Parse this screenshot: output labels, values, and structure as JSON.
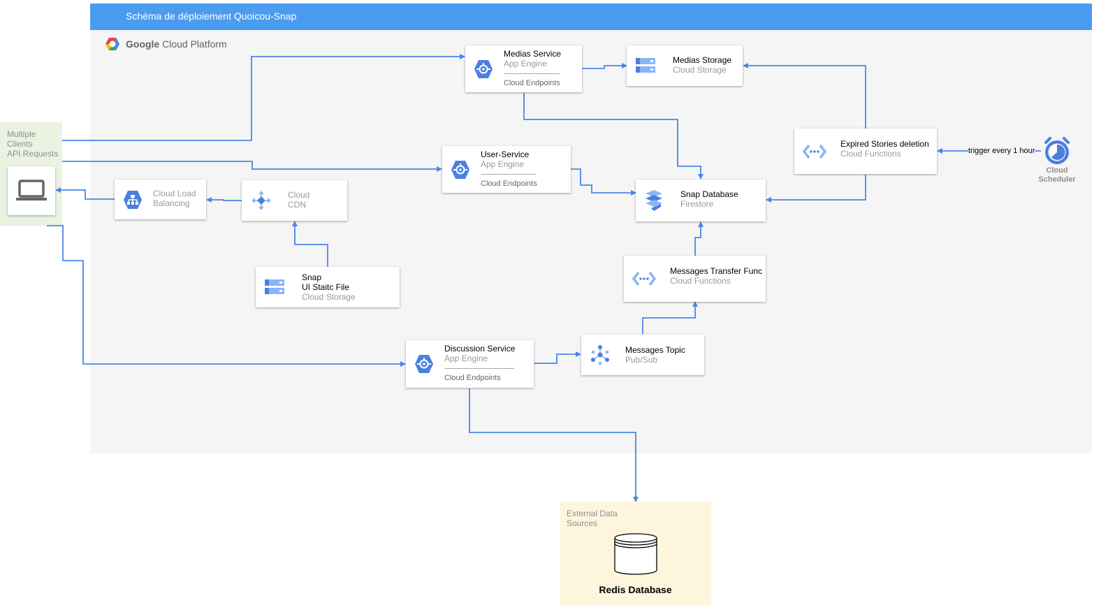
{
  "title": "Schéma de déploiement Quoicou-Snap",
  "platform": {
    "brand": "Google",
    "label": "Cloud Platform"
  },
  "clients": {
    "label_lines": [
      "Multiple",
      "Clients",
      "API Requests"
    ]
  },
  "external": {
    "label_lines": [
      "External Data",
      "Sources"
    ],
    "db_label": "Redis Database"
  },
  "trigger_label": "trigger every 1 hour",
  "scheduler_lines": [
    "Cloud",
    "Scheduler"
  ],
  "nodes": {
    "medias_service": {
      "name": "Medias Service",
      "type": "App Engine",
      "endpoint": "Cloud Endpoints"
    },
    "medias_storage": {
      "name": "Medias Storage",
      "type": "Cloud Storage"
    },
    "user_service": {
      "name": "User-Service",
      "type": "App Engine",
      "endpoint": "Cloud Endpoints"
    },
    "snap_db": {
      "name": "Snap Database",
      "type": "Firestore"
    },
    "expired": {
      "name": "Expired Stories deletion",
      "type": "Cloud Functions"
    },
    "lb": {
      "name": "Cloud Load",
      "type": "Balancing"
    },
    "cdn": {
      "name": "Cloud",
      "type": "CDN"
    },
    "snap_ui": {
      "name": "Snap",
      "name2": "UI Staitc File",
      "type": "Cloud Storage"
    },
    "msg_transfer": {
      "name": "Messages Transfer Func",
      "type": "Cloud Functions"
    },
    "discussion": {
      "name": "Discussion Service",
      "type": "App Engine",
      "endpoint": "Cloud Endpoints"
    },
    "msg_topic": {
      "name": "Messages Topic",
      "type": "Pub/Sub"
    }
  },
  "colors": {
    "title_bar": "#4a9cf0",
    "edge": "#4a86e8",
    "icon": "#4a7fe0",
    "gcp_bg": "#f5f5f5",
    "clients_bg": "#eaf3e1",
    "external_bg": "#fdf6dd"
  }
}
